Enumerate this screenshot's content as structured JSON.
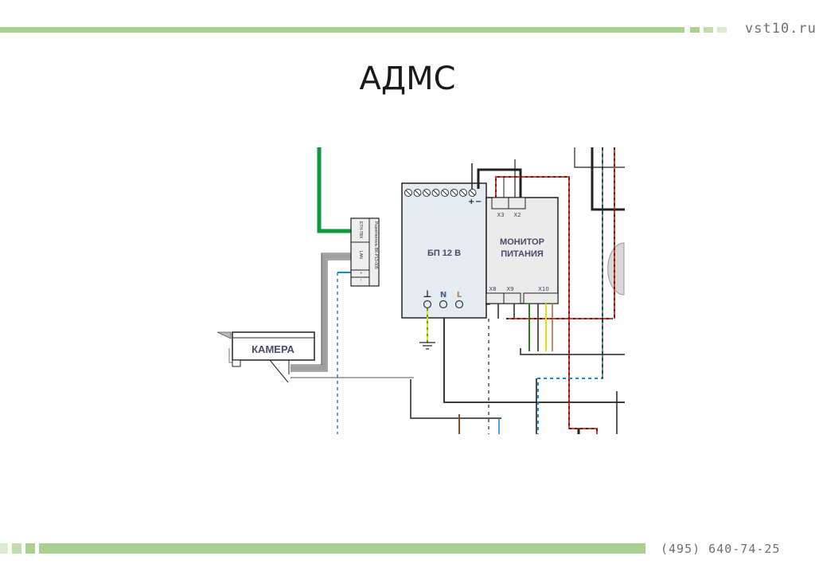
{
  "header": {
    "site": "vst10.ru",
    "accent_color": "#a9d08e"
  },
  "slide": {
    "title": "АДМС"
  },
  "footer": {
    "phone": "(495) 640-74-25"
  },
  "diagram": {
    "power_supply": {
      "label": "БП 12 В",
      "terminal_count": 8,
      "plus_sign": "+",
      "minus_sign": "−",
      "input_labels": [
        "⊥",
        "N",
        "L"
      ]
    },
    "power_monitor": {
      "label_line1": "МОНИТОР",
      "label_line2": "ПИТАНИЯ",
      "connectors_top": [
        "X3",
        "X2"
      ],
      "connectors_bottom": [
        "X8",
        "X9",
        "X10"
      ]
    },
    "camera": {
      "label": "КАМЕРА"
    },
    "adapter": {
      "side_label": "Разветвитель ВК-P13-005",
      "port_labels": [
        "ETH-TBX",
        "LAN",
        "+",
        "−"
      ]
    },
    "wire_colors": {
      "green": "#0a9a3c",
      "gray": "#a0a0a0",
      "red": "#e8342a",
      "blue": "#1e88c8",
      "yellow": "#e8e000",
      "brown": "#8b4a1a",
      "black": "#111111"
    }
  }
}
